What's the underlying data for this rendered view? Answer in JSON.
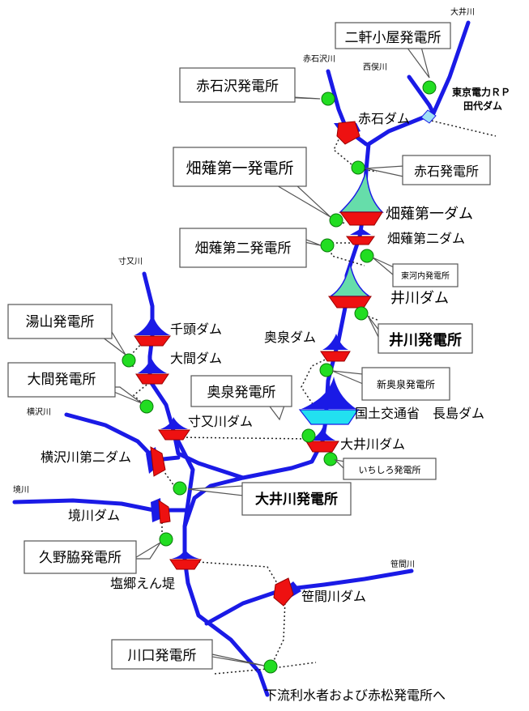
{
  "rivers": {
    "oi": "大井川",
    "akaishi": "赤石沢川",
    "nishimata": "西俣川",
    "sunmata": "寸又川",
    "yokosawa": "横沢川",
    "sakai": "境川",
    "sasama": "笹間川"
  },
  "power_stations": {
    "nikenkoya": "二軒小屋発電所",
    "akaishisawa": "赤石沢発電所",
    "akaishi": "赤石発電所",
    "hatanagi1": "畑薙第一発電所",
    "hatanagi2": "畑薙第二発電所",
    "higashikochi": "東河内発電所",
    "ikawa": "井川発電所",
    "yuyama": "湯山発電所",
    "okuizumi": "奥泉発電所",
    "oma": "大間発電所",
    "shinokuizumi": "新奥泉発電所",
    "ichishiro": "いちしろ発電所",
    "oigawa": "大井川発電所",
    "kunowaki": "久野脇発電所",
    "kawaguchi": "川口発電所"
  },
  "dams": {
    "tepco_line1": "東京電力ＲＰ",
    "tepco_line2": "田代ダム",
    "akaishi": "赤石ダム",
    "hatanagi1": "畑薙第一ダム",
    "hatanagi2": "畑薙第二ダム",
    "ikawa": "井川ダム",
    "okuizumi": "奥泉ダム",
    "nagashima": "国土交通省　長島ダム",
    "oigawa": "大井川ダム",
    "sentou": "千頭ダム",
    "oma": "大間ダム",
    "sunmatagawa": "寸又川ダム",
    "yokosawa2": "横沢川第二ダム",
    "sakaigawa": "境川ダム",
    "shiogo": "塩郷えん堤",
    "sasamagawa": "笹間川ダム"
  },
  "downstream": "下流利水者および赤松発電所へ",
  "colors": {
    "river": "#1a1ae6",
    "dam": "#ee1111",
    "reservoir": "#1a1ae6",
    "reservoir_large": "#66ddaa",
    "reservoir_nagashima": "#22e0f0",
    "power_station": "#22dd22"
  }
}
